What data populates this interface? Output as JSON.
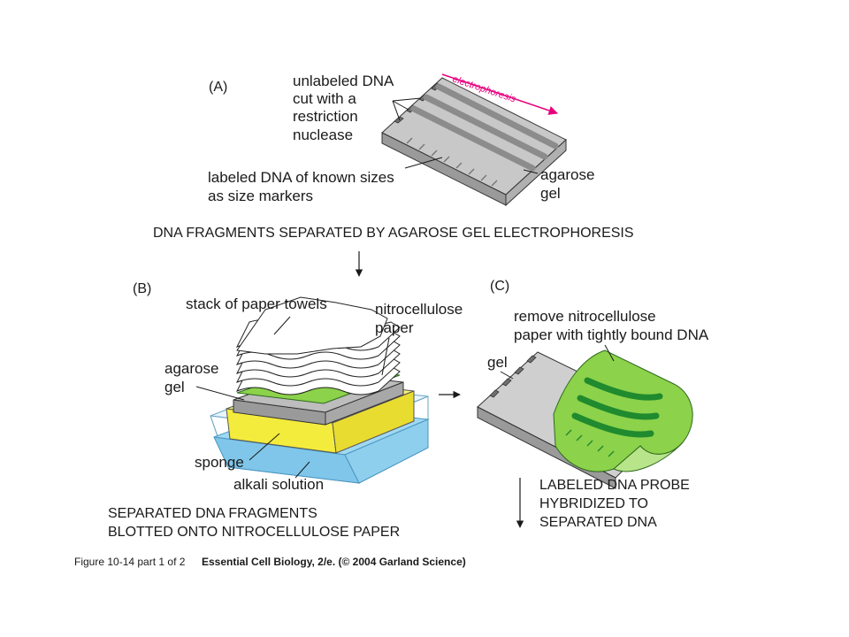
{
  "panel_a": {
    "letter": "(A)",
    "unlabeled_dna": [
      "unlabeled DNA",
      "cut with a",
      "restriction",
      "nuclease"
    ],
    "labeled_dna": [
      "labeled DNA of known sizes",
      "as size markers"
    ],
    "agarose_gel": [
      "agarose",
      "gel"
    ],
    "electrophoresis": "electrophoresis",
    "caption": "DNA FRAGMENTS SEPARATED BY AGAROSE GEL ELECTROPHORESIS"
  },
  "panel_b": {
    "letter": "(B)",
    "paper_towels": "stack of paper towels",
    "nitrocellulose": [
      "nitrocellulose",
      "paper"
    ],
    "agarose_gel": [
      "agarose",
      "gel"
    ],
    "sponge": "sponge",
    "alkali": "alkali solution",
    "caption": [
      "SEPARATED DNA FRAGMENTS",
      "BLOTTED ONTO NITROCELLULOSE PAPER"
    ]
  },
  "panel_c": {
    "letter": "(C)",
    "remove": [
      "remove nitrocellulose",
      "paper with tightly bound DNA"
    ],
    "gel": "gel",
    "caption": [
      "LABELED DNA PROBE",
      "HYBRIDIZED TO",
      "SEPARATED DNA"
    ]
  },
  "footer": {
    "figure": "Figure 10-14 part 1 of 2",
    "source": "Essential Cell Biology, 2/e. (© 2004 Garland Science)"
  },
  "colors": {
    "gel_gray": "#c8c8c8",
    "band_gray": "#8c8c8c",
    "sponge_yellow": "#f4ec3c",
    "tray_blue": "#8fd2f0",
    "membrane_green": "#8cd24a",
    "band_green": "#1f8a2e",
    "electrophoresis_pink": "#e6007e"
  }
}
